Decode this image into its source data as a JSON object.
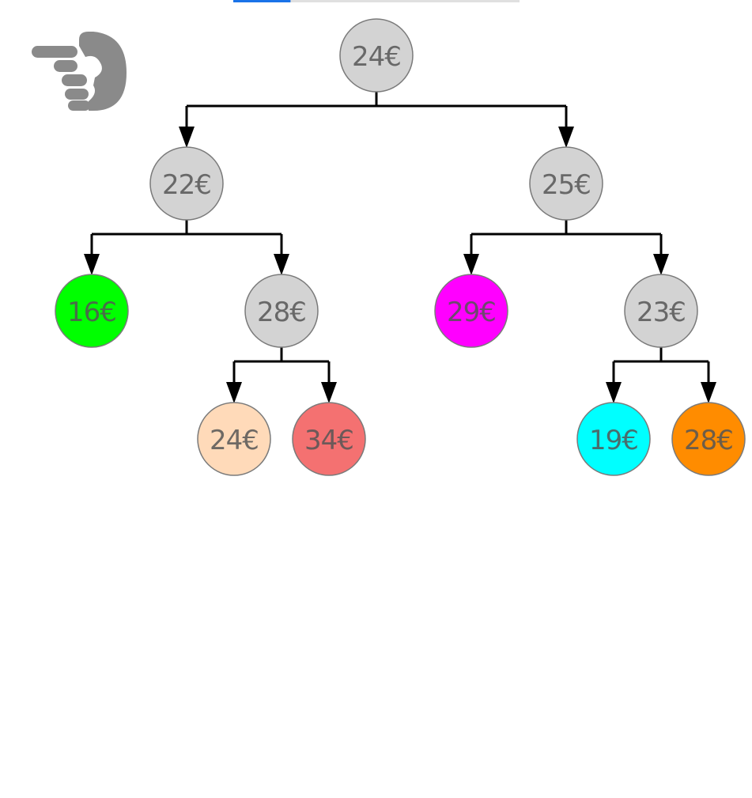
{
  "progress": {
    "value": 0.2,
    "accent_color": "#1a73e8",
    "track_color": "#e0e0e0"
  },
  "hint_icon": {
    "name": "pointing-hand-icon",
    "color": "#8a8a8a"
  },
  "tree": {
    "nodes": [
      {
        "id": "n0",
        "label": "24€",
        "fill": "#d3d3d3"
      },
      {
        "id": "n1",
        "label": "22€",
        "fill": "#d3d3d3"
      },
      {
        "id": "n2",
        "label": "25€",
        "fill": "#d3d3d3"
      },
      {
        "id": "n3",
        "label": "16€",
        "fill": "#00ff00"
      },
      {
        "id": "n4",
        "label": "28€",
        "fill": "#d3d3d3"
      },
      {
        "id": "n5",
        "label": "29€",
        "fill": "#ff00ff"
      },
      {
        "id": "n6",
        "label": "23€",
        "fill": "#d3d3d3"
      },
      {
        "id": "n7",
        "label": "24€",
        "fill": "#ffdab9"
      },
      {
        "id": "n8",
        "label": "34€",
        "fill": "#f47171"
      },
      {
        "id": "n9",
        "label": "19€",
        "fill": "#00ffff"
      },
      {
        "id": "n10",
        "label": "28€",
        "fill": "#ff8c00"
      }
    ],
    "edges": [
      {
        "from": "n0",
        "to": "n1"
      },
      {
        "from": "n0",
        "to": "n2"
      },
      {
        "from": "n1",
        "to": "n3"
      },
      {
        "from": "n1",
        "to": "n4"
      },
      {
        "from": "n2",
        "to": "n5"
      },
      {
        "from": "n2",
        "to": "n6"
      },
      {
        "from": "n4",
        "to": "n7"
      },
      {
        "from": "n4",
        "to": "n8"
      },
      {
        "from": "n6",
        "to": "n9"
      },
      {
        "from": "n6",
        "to": "n10"
      }
    ]
  }
}
